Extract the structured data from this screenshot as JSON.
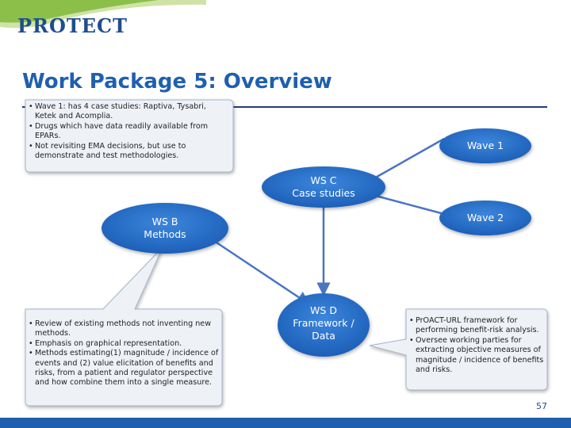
{
  "header": {
    "logo_text": "PROTECT",
    "title": "Work Package 5: Overview",
    "page_number": "57"
  },
  "colors": {
    "title": "#1f5fb0",
    "node_fill": "#1f66c4",
    "connector": "#4a74c4",
    "callout_fill": "#eef2f7",
    "callout_border": "#a7b4c8",
    "bottom_bar": "#1f5fb0"
  },
  "nodes": {
    "wsc": {
      "lines": [
        "WS C",
        "Case studies"
      ]
    },
    "wsb": {
      "lines": [
        "WS B",
        "Methods"
      ]
    },
    "wsd": {
      "lines": [
        "WS D",
        "Framework /",
        "Data"
      ]
    },
    "wave1": {
      "label": "Wave 1"
    },
    "wave2": {
      "label": "Wave 2"
    }
  },
  "callouts": {
    "top_left": [
      "Wave 1: has 4 case studies: Raptiva, Tysabri, Ketek and Acomplia.",
      "Drugs which have data readily available from EPARs.",
      "Not revisiting EMA decisions, but use to demonstrate and test methodologies."
    ],
    "bottom_left": [
      "Review of existing methods not inventing new methods.",
      "Emphasis on graphical representation.",
      "Methods estimating(1) magnitude / incidence of events and (2) value elicitation of benefits and risks, from a patient and regulator perspective and how combine them into a single measure."
    ],
    "bottom_right": [
      "PrOACT-URL framework for performing benefit-risk analysis.",
      "Oversee working parties for extracting objective measures of magnitude / incidence of benefits and risks."
    ]
  }
}
